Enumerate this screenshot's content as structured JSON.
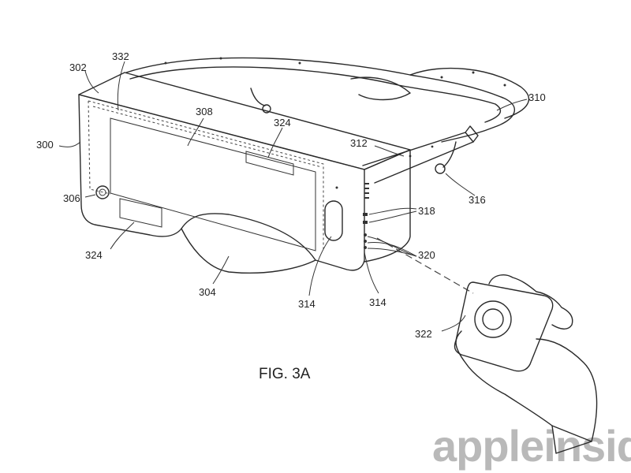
{
  "figure": {
    "caption": "FIG. 3A",
    "labels": {
      "l302": "302",
      "l332": "332",
      "l308": "308",
      "l324a": "324",
      "l300": "300",
      "l306": "306",
      "l324b": "324",
      "l304": "304",
      "l314a": "314",
      "l314b": "314",
      "l320": "320",
      "l318": "318",
      "l316": "316",
      "l312": "312",
      "l310": "310",
      "l322": "322"
    }
  },
  "watermark": {
    "text": "appleinsider",
    "color": "#b9b9b9"
  }
}
